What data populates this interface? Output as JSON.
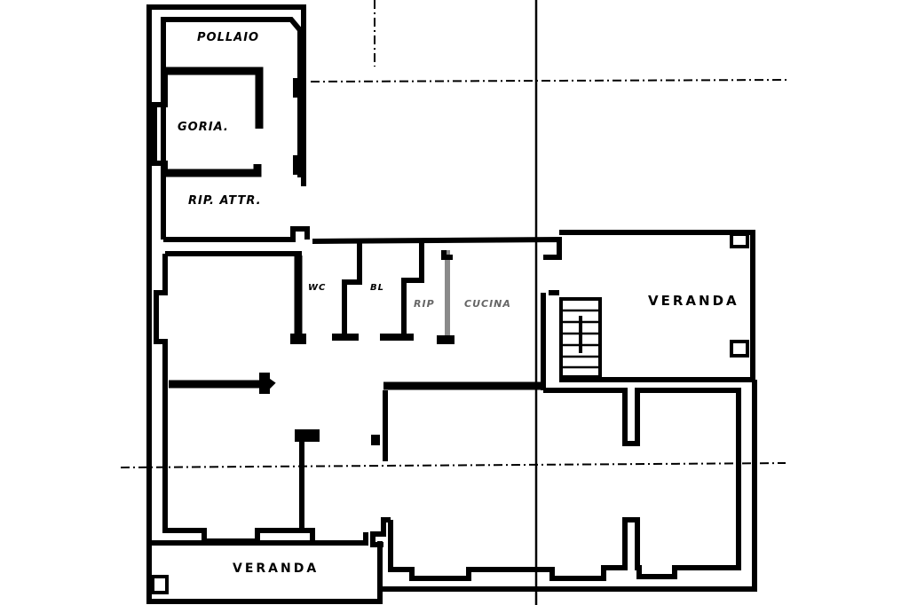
{
  "plan": {
    "type": "architectural-floor-plan",
    "rooms": {
      "pollaio": {
        "label": "POLLAIO"
      },
      "legnaia": {
        "label": "GORIA."
      },
      "rip_attr": {
        "label": "RIP. ATTR."
      },
      "wc": {
        "label": "WC"
      },
      "bagno": {
        "label": "BL"
      },
      "rip": {
        "label": "RIP"
      },
      "cucina": {
        "label": "CUCINA"
      },
      "veranda_east": {
        "label": "VERANDA"
      },
      "veranda_south": {
        "label": "VERANDA"
      }
    },
    "colors": {
      "wall": "#000000",
      "background": "#ffffff",
      "faded_label": "#666666"
    }
  }
}
